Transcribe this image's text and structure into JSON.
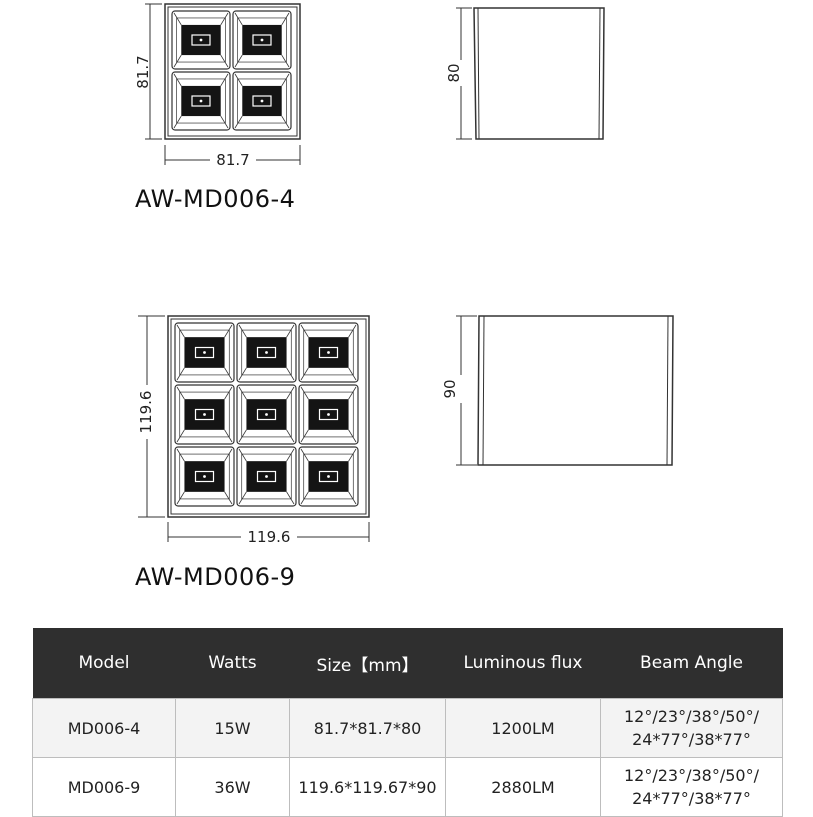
{
  "models": [
    {
      "title": "AW-MD006-4",
      "grid": 2,
      "width_label": "81.7",
      "depth_label": "81.7",
      "height_label": "80"
    },
    {
      "title": "AW-MD006-9",
      "grid": 3,
      "width_label": "119.6",
      "depth_label": "119.6",
      "height_label": "90"
    }
  ],
  "table": {
    "headers": [
      "Model",
      "Watts",
      "Size【mm】",
      "Luminous flux",
      "Beam Angle"
    ],
    "rows": [
      {
        "model": "MD006-4",
        "watts": "15W",
        "size": "81.7*81.7*80",
        "flux": "1200LM",
        "beam_line1": "12°/23°/38°/50°/",
        "beam_line2": "24*77°/38*77°"
      },
      {
        "model": "MD006-9",
        "watts": "36W",
        "size": "119.6*119.67*90",
        "flux": "2880LM",
        "beam_line1": "12°/23°/38°/50°/",
        "beam_line2": "24*77°/38*77°"
      }
    ]
  },
  "colors": {
    "line": "#333333",
    "lens": "#141414",
    "header_bg": "#2f2f2f"
  }
}
